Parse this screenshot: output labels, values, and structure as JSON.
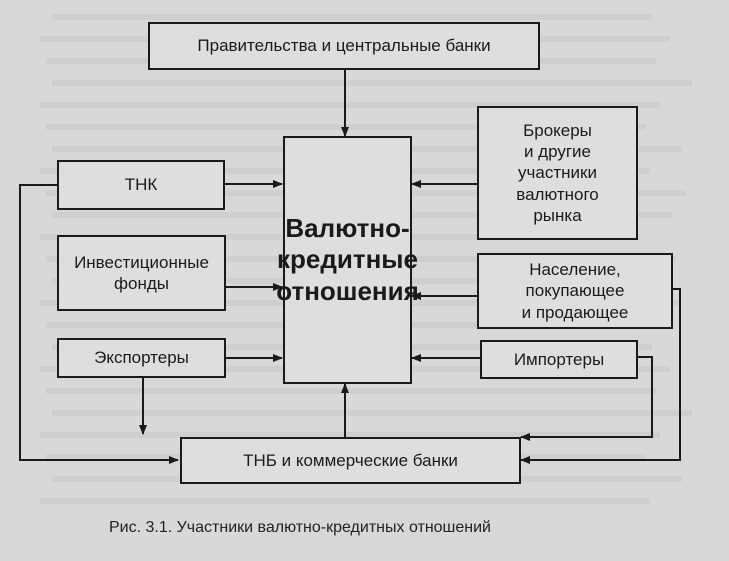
{
  "diagram": {
    "top_box": "Правительства и центральные банки",
    "center_box": "Валютно-\nкредитные\nотношения",
    "left_boxes": [
      "ТНК",
      "Инвестиционные\nфонды",
      "Экспортеры"
    ],
    "right_boxes": [
      "Брокеры\nи другие\nучастники\nвалютного\nрынка",
      "Население,\nпокупающее\nи продающее",
      "Импортеры"
    ],
    "bottom_box": "ТНБ и коммерческие банки"
  },
  "caption": "Рис. 3.1. Участники валютно-кредитных отношений",
  "colors": {
    "ink": "#1a1a1a",
    "paper": "#d8d8d8"
  }
}
